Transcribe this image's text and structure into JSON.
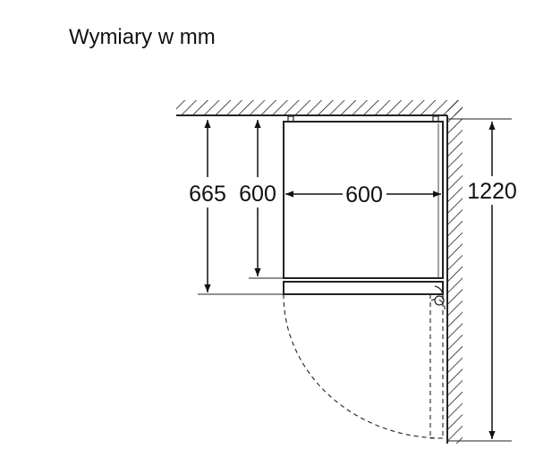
{
  "title": "Wymiary w mm",
  "dimensions": {
    "depth_total": "665",
    "depth_body": "600",
    "width": "600",
    "height": "1220"
  },
  "colors": {
    "line": "#222222",
    "background": "#ffffff"
  }
}
